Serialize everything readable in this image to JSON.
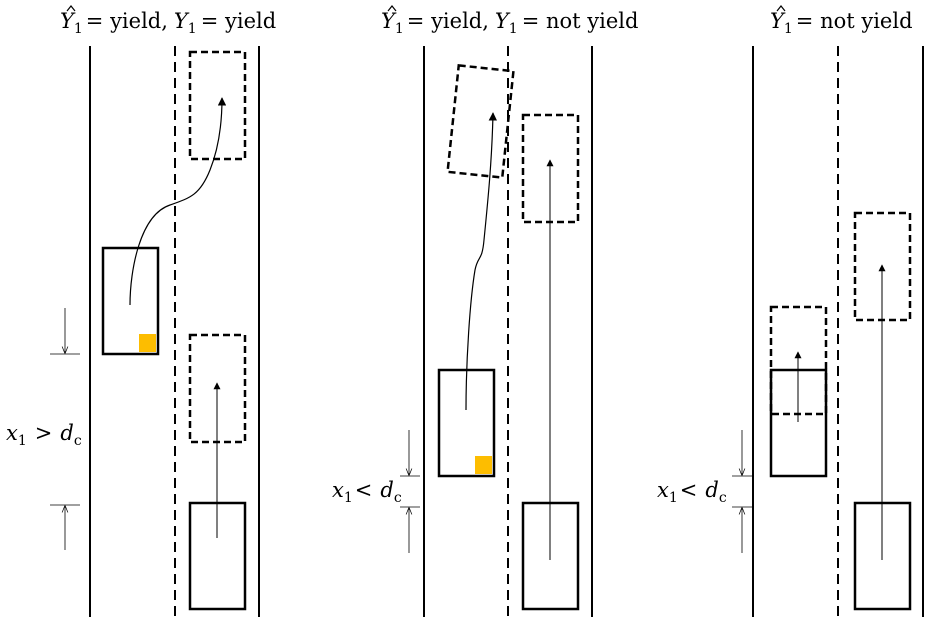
{
  "panels": [
    {
      "id": "left",
      "title": {
        "yhat_symbol": "Y",
        "yhat_subscript": "1",
        "yhat_rel": "= yield,",
        "y_symbol": "Y",
        "y_subscript": "1",
        "y_rel": "= yield"
      },
      "distance_label": {
        "x_symbol": "x",
        "x_subscript": "1",
        "comparator": ">",
        "d_symbol": "d",
        "d_subscript": "c"
      }
    },
    {
      "id": "middle",
      "title": {
        "yhat_symbol": "Y",
        "yhat_subscript": "1",
        "yhat_rel": "= yield,",
        "y_symbol": "Y",
        "y_subscript": "1",
        "y_rel": "= not yield"
      },
      "distance_label": {
        "x_symbol": "x",
        "x_subscript": "1",
        "comparator": "<",
        "d_symbol": "d",
        "d_subscript": "c"
      }
    },
    {
      "id": "right",
      "title": {
        "yhat_symbol": "Y",
        "yhat_subscript": "1",
        "yhat_rel": "= not yield"
      },
      "distance_label": {
        "x_symbol": "x",
        "x_subscript": "1",
        "comparator": "<",
        "d_symbol": "d",
        "d_subscript": "c"
      }
    }
  ],
  "colors": {
    "line": "#000000",
    "indicator": "#fdbd00",
    "background": "#ffffff"
  }
}
